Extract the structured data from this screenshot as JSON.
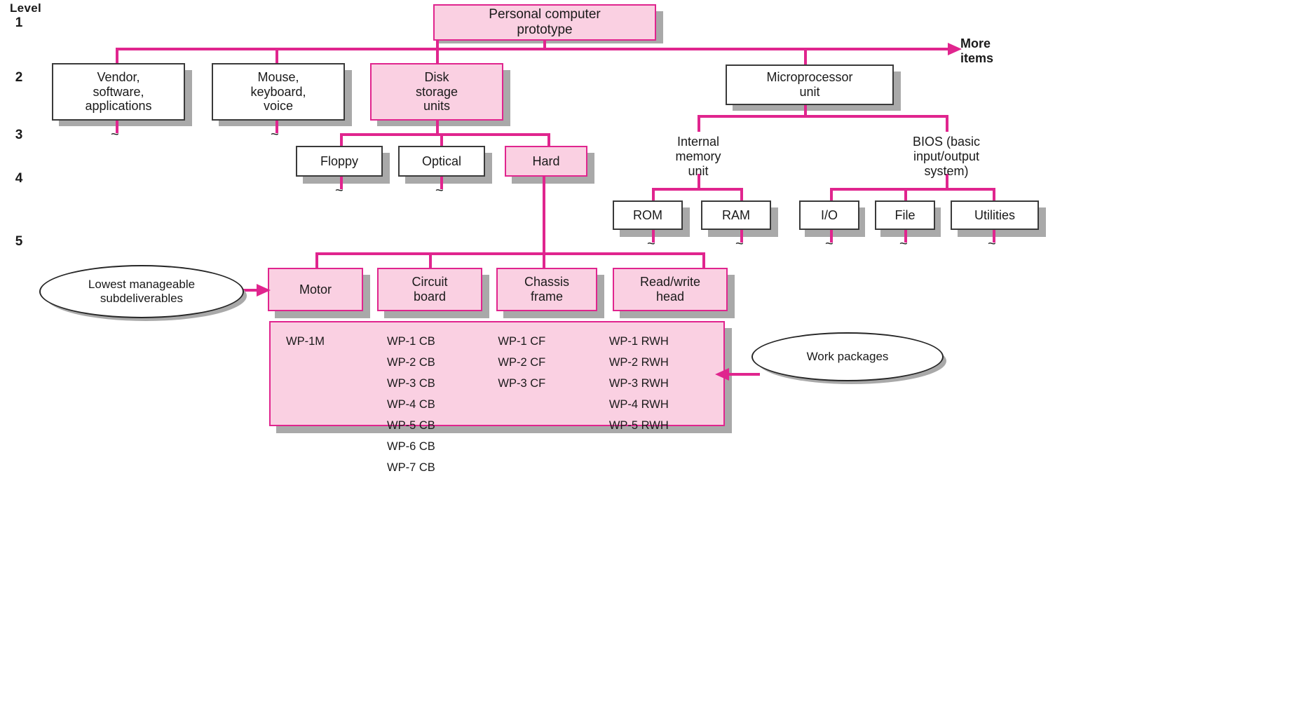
{
  "diagram": {
    "type": "work-breakdown-structure",
    "level_axis_title": "Level",
    "levels": [
      "1",
      "2",
      "3",
      "4",
      "5"
    ],
    "accent_color": "#e0258e",
    "pink_fill": "#fad0e2",
    "box_outline_dark": "#3a3a3a",
    "shadow_color": "#a9a9a9"
  },
  "nodes": {
    "root": {
      "label": "Personal computer\nprototype",
      "level": 1,
      "style": "pink"
    },
    "more_items": {
      "label": "More\nitems"
    },
    "level2": [
      {
        "label": "Vendor,\nsoftware,\napplications",
        "style": "white",
        "continues": true
      },
      {
        "label": "Mouse,\nkeyboard,\nvoice",
        "style": "white",
        "continues": true
      },
      {
        "label": "Disk\nstorage\nunits",
        "style": "pink",
        "continues": false
      },
      {
        "label": "Microprocessor\nunit",
        "style": "white",
        "continues": false
      }
    ],
    "level3_disk": [
      {
        "label": "Floppy",
        "style": "white",
        "continues": true
      },
      {
        "label": "Optical",
        "style": "white",
        "continues": true
      },
      {
        "label": "Hard",
        "style": "pink",
        "continues": false
      }
    ],
    "level3_micro": [
      {
        "label": "Internal\nmemory\nunit",
        "style": "plain"
      },
      {
        "label": "BIOS (basic\ninput/output\nsystem)",
        "style": "plain"
      }
    ],
    "level4_memory": [
      {
        "label": "ROM",
        "style": "white",
        "continues": true
      },
      {
        "label": "RAM",
        "style": "white",
        "continues": true
      }
    ],
    "level4_bios": [
      {
        "label": "I/O",
        "style": "white",
        "continues": true
      },
      {
        "label": "File",
        "style": "white",
        "continues": true
      },
      {
        "label": "Utilities",
        "style": "white",
        "continues": true
      }
    ],
    "level5": [
      {
        "label": "Motor",
        "style": "pink"
      },
      {
        "label": "Circuit\nboard",
        "style": "pink"
      },
      {
        "label": "Chassis\nframe",
        "style": "pink"
      },
      {
        "label": "Read/write\nhead",
        "style": "pink"
      }
    ]
  },
  "callouts": {
    "lowest": "Lowest manageable\nsubdeliverables",
    "work_packages": "Work packages"
  },
  "work_packages": {
    "columns": [
      {
        "name": "motor",
        "items": [
          "WP-1M"
        ]
      },
      {
        "name": "circuit-board",
        "items": [
          "WP-1 CB",
          "WP-2 CB",
          "WP-3 CB",
          "WP-4 CB",
          "WP-5 CB",
          "WP-6 CB",
          "WP-7 CB"
        ]
      },
      {
        "name": "chassis-frame",
        "items": [
          "WP-1 CF",
          "WP-2 CF",
          "WP-3 CF"
        ]
      },
      {
        "name": "read-write-head",
        "items": [
          "WP-1 RWH",
          "WP-2 RWH",
          "WP-3 RWH",
          "WP-4 RWH",
          "WP-5 RWH"
        ]
      }
    ]
  },
  "continuation_mark": "~"
}
